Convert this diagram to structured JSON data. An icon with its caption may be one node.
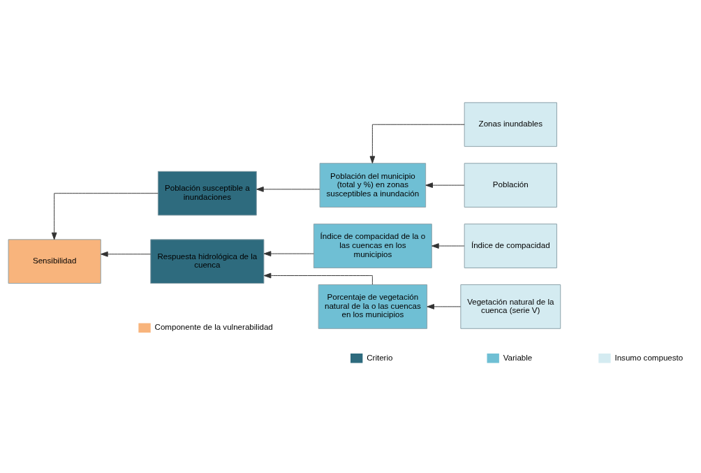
{
  "diagram": {
    "nodes": [
      {
        "text": [
          "Sensibilidad"
        ]
      },
      {
        "text": [
          "Población susceptible a inundaciones"
        ]
      },
      {
        "text": [
          "Respuesta hidrológica de la cuenca"
        ]
      },
      {
        "text": [
          "Población del municipio (total y %) en zonas susceptibles a inundación"
        ]
      },
      {
        "text": [
          "Índice de compacidad de la o las cuencas en los municipios"
        ]
      },
      {
        "text": [
          "Porcentaje de vegetación natural de la o las cuencas en los municipios"
        ]
      },
      {
        "text": [
          "Zonas inundables"
        ]
      },
      {
        "text": [
          "Población"
        ]
      },
      {
        "text": [
          "Índice de compacidad"
        ]
      },
      {
        "text": [
          "Vegetación natural de la cuenca (serie V)"
        ]
      }
    ],
    "edges": [
      {
        "from": 1,
        "to": 0,
        "arrow": "to"
      },
      {
        "from": 2,
        "to": 0,
        "arrow": "to"
      },
      {
        "from": 3,
        "to": 1,
        "arrow": "to"
      },
      {
        "from": 4,
        "to": 2,
        "arrow": "to"
      },
      {
        "from": 5,
        "to": 2,
        "arrow": "to"
      },
      {
        "from": 6,
        "to": 3,
        "arrow": "to"
      },
      {
        "from": 7,
        "to": 3,
        "arrow": "to"
      },
      {
        "from": 8,
        "to": 4,
        "arrow": "to"
      },
      {
        "from": 9,
        "to": 5,
        "arrow": "to"
      }
    ],
    "legend": [
      {
        "text": "Componente de la vulnerabilidad",
        "color": "#f8b47c"
      },
      {
        "text": "Criterio",
        "color": "#2e6b7e"
      },
      {
        "text": "Variable",
        "color": "#6fbfd4"
      },
      {
        "text": "Insumo compuesto",
        "color": "#d4ebf1"
      }
    ]
  }
}
